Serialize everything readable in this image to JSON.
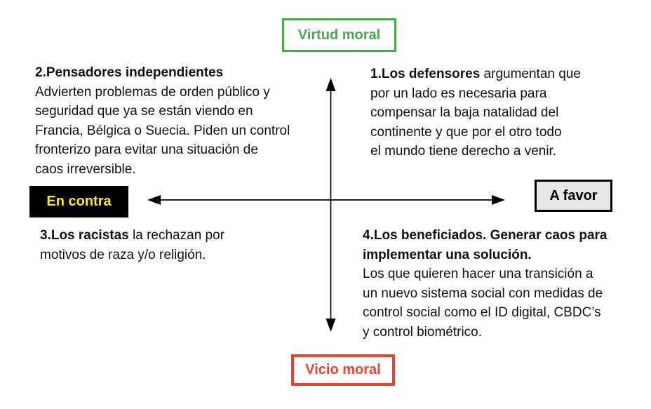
{
  "colors": {
    "virtue_green": "#4AA94F",
    "vice_red": "#E5472E",
    "contra_bg": "#000000",
    "contra_text": "#FFE817",
    "favor_bg": "#E7E7E7",
    "favor_border": "#000000",
    "axis": "#000000"
  },
  "labels": {
    "top": "Virtud moral",
    "bottom": "Vicio moral",
    "left": "En contra",
    "right": "A favor"
  },
  "quadrants": {
    "q1": {
      "bold": "1.Los defensores",
      "after_bold": " argumentan que",
      "lines": [
        "por un lado es necesaria para",
        "compensar la baja natalidad del",
        "continente y que por el otro todo",
        "el mundo tiene derecho a venir."
      ]
    },
    "q2": {
      "bold": "2.Pensadores independientes",
      "lines": [
        "Advierten problemas de orden público y",
        "seguridad que ya se están viendo en",
        "Francia, Bélgica o Suecia. Piden un control",
        "fronterizo para evitar una situación de",
        "caos irreversible."
      ]
    },
    "q3": {
      "bold": "3.Los racistas",
      "after_bold": " la rechazan por",
      "lines": [
        "motivos de raza y/o religión."
      ]
    },
    "q4": {
      "bold_lines": [
        "4.Los beneficiados. Generar caos para",
        "implementar una solución."
      ],
      "lines": [
        "Los que quieren hacer una transición a",
        "un nuevo sistema social con medidas de",
        "control social como el ID digital, CBDC’s",
        "y control biométrico."
      ]
    }
  }
}
